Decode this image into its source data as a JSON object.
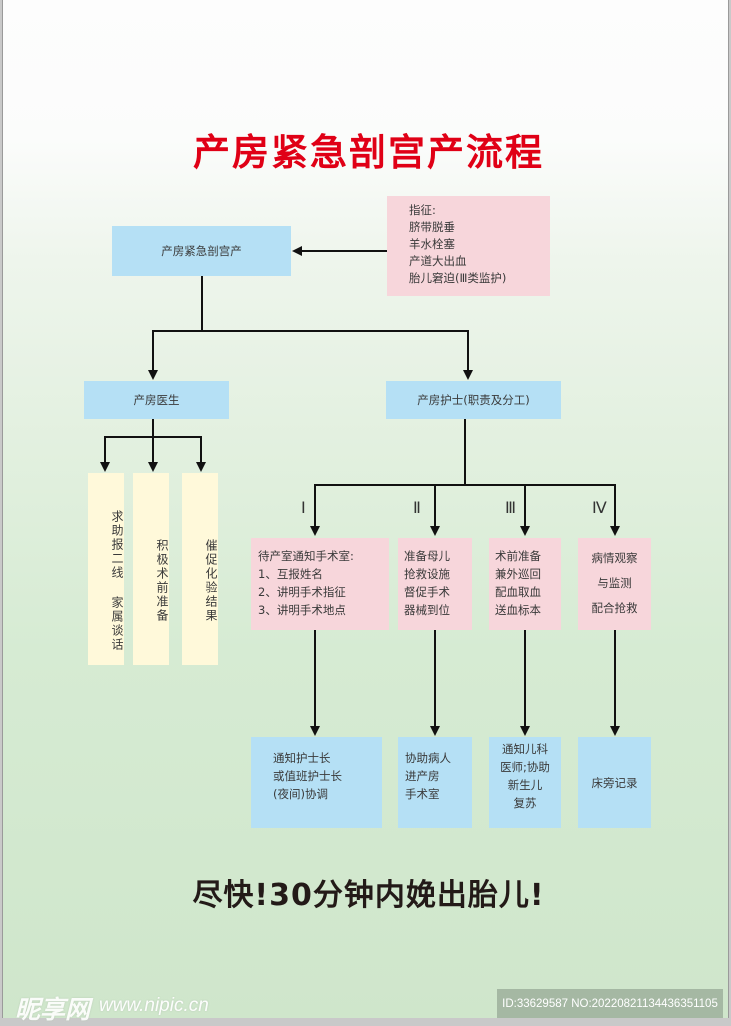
{
  "title": "产房紧急剖宫产流程",
  "indications": {
    "heading": "指征:",
    "items": [
      "脐带脱垂",
      "羊水栓塞",
      "产道大出血",
      "胎儿窘迫(Ⅲ类监护)"
    ]
  },
  "root": {
    "label": "产房紧急剖宫产"
  },
  "doctor": {
    "label": "产房医生",
    "tasks": [
      "求助报二线 家属谈话",
      "积极术前准备",
      "催促化验结果"
    ]
  },
  "nurse": {
    "label": "产房护士(职责及分工)",
    "branches": [
      {
        "numeral": "Ⅰ",
        "duty": [
          "待产室通知手术室:",
          "1、互报姓名",
          "2、讲明手术指征",
          "3、讲明手术地点"
        ],
        "followup": [
          "通知护士长",
          "或值班护士长",
          "(夜间)协调"
        ]
      },
      {
        "numeral": "Ⅱ",
        "duty": [
          "准备母儿",
          "抢救设施",
          "督促手术",
          "器械到位"
        ],
        "followup": [
          "协助病人",
          "进产房",
          "手术室"
        ]
      },
      {
        "numeral": "Ⅲ",
        "duty": [
          "术前准备",
          "兼外巡回",
          "配血取血",
          "送血标本"
        ],
        "followup": [
          "通知儿科",
          "医师;协助",
          "新生儿",
          "复苏"
        ]
      },
      {
        "numeral": "Ⅳ",
        "duty": [
          "病情观察",
          "与监测",
          "配合抢救"
        ],
        "followup": [
          "床旁记录"
        ]
      }
    ]
  },
  "slogan": "尽快!30分钟内娩出胎儿!",
  "watermark": {
    "logo": "昵享网",
    "url": "www.nipic.cn",
    "id_text": "ID:33629587 NO:20220821134436351105"
  },
  "colors": {
    "title": "#e00016",
    "blue_box": "#b5e0f5",
    "pink_box": "#f7d6db",
    "cream_box": "#fff9da",
    "connector": "#111111"
  }
}
